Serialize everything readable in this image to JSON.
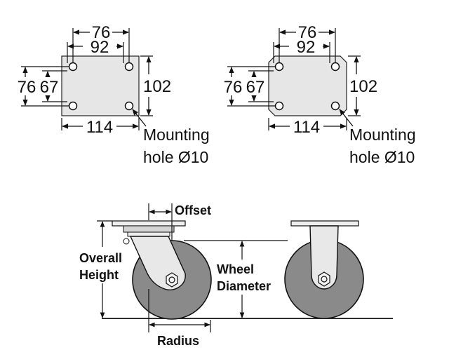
{
  "plates": [
    {
      "dim_76_top": "76",
      "dim_92": "92",
      "dim_76_left": "76",
      "dim_67": "67",
      "dim_102": "102",
      "dim_114": "114",
      "hole_label_1": "Mounting",
      "hole_label_2": "hole Ø10"
    },
    {
      "dim_76_top": "76",
      "dim_92": "92",
      "dim_76_left": "76",
      "dim_67": "67",
      "dim_102": "102",
      "dim_114": "114",
      "hole_label_1": "Mounting",
      "hole_label_2": "hole Ø10"
    }
  ],
  "caster": {
    "offset_label": "Offset",
    "overall_height_1": "Overall",
    "overall_height_2": "Height",
    "wheel_diameter_1": "Wheel",
    "wheel_diameter_2": "Diameter",
    "radius_label": "Radius"
  },
  "colors": {
    "plate_fill": "#e6e6e6",
    "wheel_fill": "#8a8a8a",
    "fork_fill": "#e8e8e8",
    "line": "#111111"
  }
}
